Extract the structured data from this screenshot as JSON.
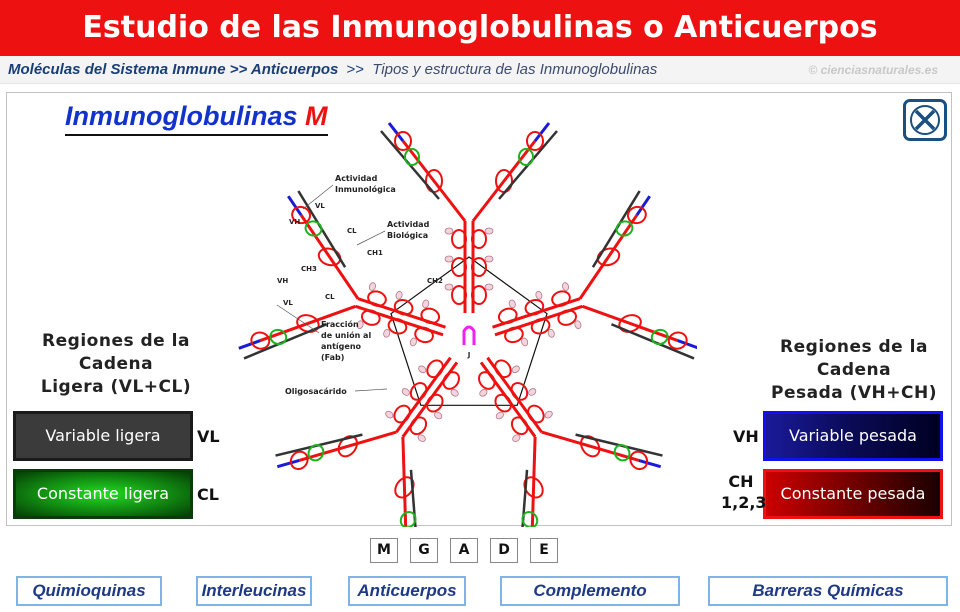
{
  "title": "Estudio de las Inmunoglobulinas o Anticuerpos",
  "breadcrumb": {
    "path": "Moléculas del Sistema Inmune >> Anticuerpos",
    "separator": ">>",
    "current": "Tipos y estructura de las Inmunoglobulinas",
    "copyright": "© cienciasnaturales.es"
  },
  "panel": {
    "title_prefix": "Inmunoglobulinas",
    "title_letter": "M",
    "close_icon": "close-x-icon"
  },
  "diagram": {
    "labels": {
      "actividad_inmunologica": [
        "Actividad",
        "Inmunológica"
      ],
      "actividad_biologica": [
        "Actividad",
        "Biológica"
      ],
      "fab": [
        "Fracción",
        "de unión al",
        "antígeno",
        "(Fab)"
      ],
      "oligosacarido": "Oligosacárido",
      "ch1": "CH1",
      "ch2": "CH2",
      "ch3": "CH3",
      "cl": "CL",
      "vl": "VL",
      "vh": "VH",
      "j_chain": "J"
    },
    "colors": {
      "heavy_variable": "#1b1bd6",
      "heavy_constant": "#ee1111",
      "light_variable": "#333333",
      "light_constant": "#1db31d",
      "j_chain": "#ee22ee"
    }
  },
  "legend": {
    "light_heading": [
      "Regiones de la",
      "Cadena",
      "Ligera (VL+CL)"
    ],
    "heavy_heading": [
      "Regiones de la",
      "Cadena",
      "Pesada (VH+CH)"
    ],
    "variable_light": "Variable ligera",
    "constant_light": "Constante ligera",
    "variable_heavy": "Variable pesada",
    "constant_heavy": "Constante pesada",
    "code_vl": "VL",
    "code_cl": "CL",
    "code_vh": "VH",
    "code_ch": [
      "CH",
      "1,2,3"
    ]
  },
  "letters": [
    "M",
    "G",
    "A",
    "D",
    "E"
  ],
  "nav": [
    "Quimioquinas",
    "Interleucinas",
    "Anticuerpos",
    "Complemento",
    "Barreras Químicas"
  ]
}
